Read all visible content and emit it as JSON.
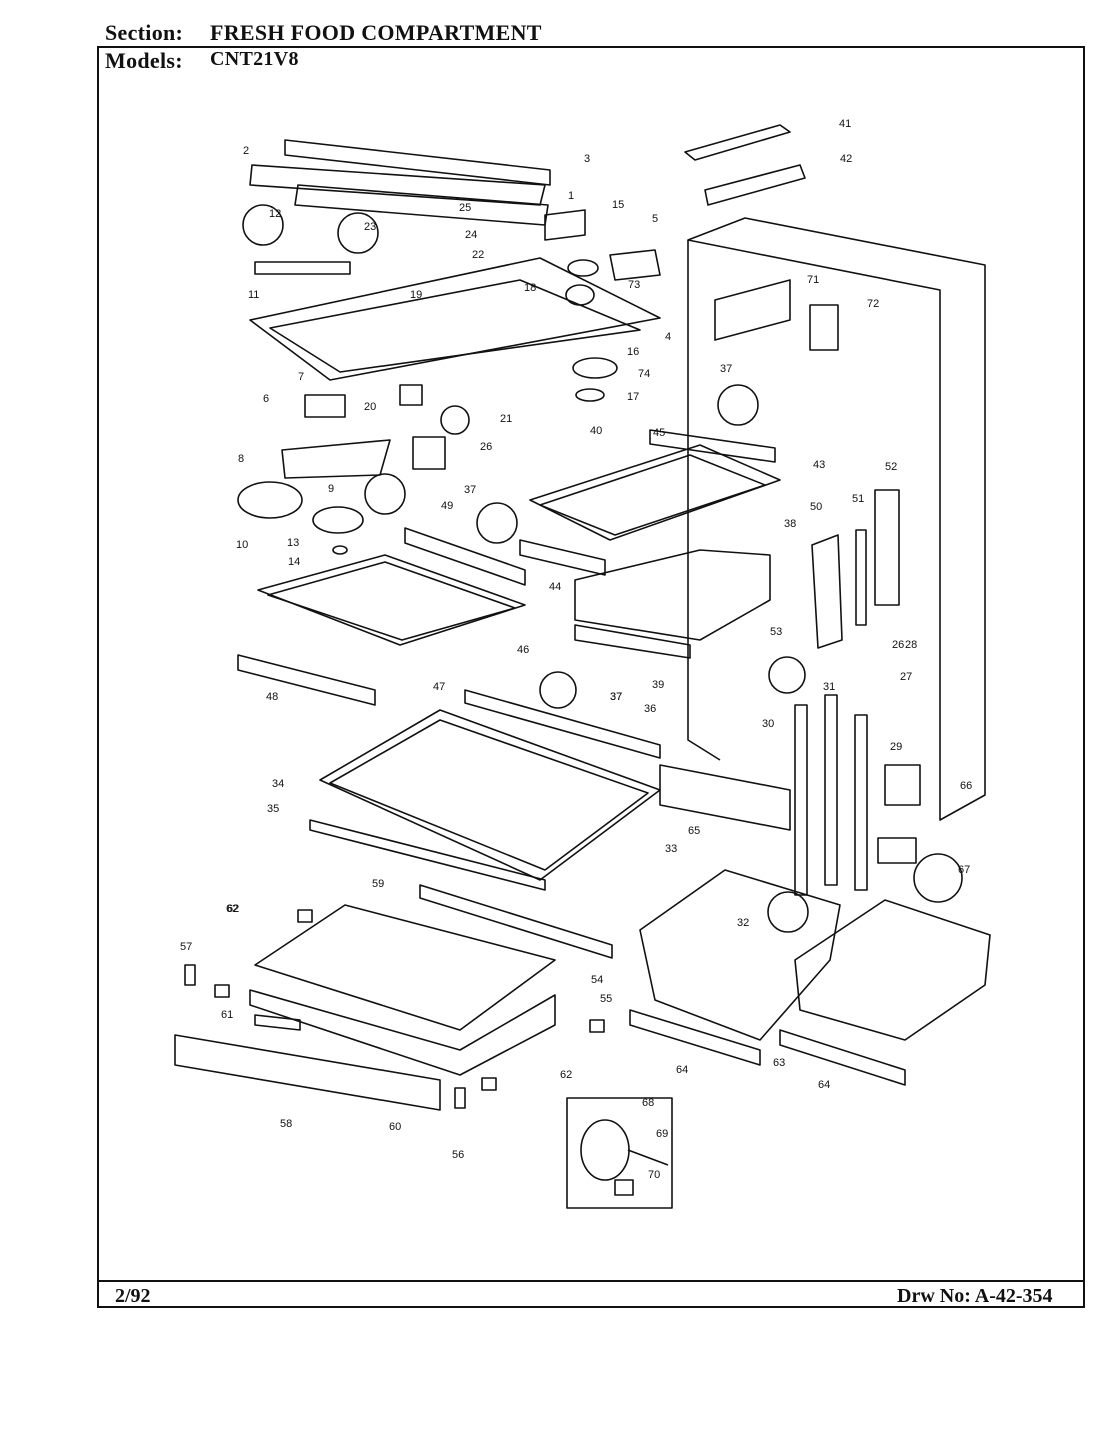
{
  "header": {
    "section_label": "Section:",
    "section_value": "FRESH FOOD COMPARTMENT",
    "models_label": "Models:",
    "models_value": "CNT21V8"
  },
  "footer": {
    "date": "2/92",
    "drawing_number": "Drw No: A-42-354"
  },
  "callouts": [
    "1",
    "2",
    "3",
    "4",
    "5",
    "6",
    "7",
    "8",
    "9",
    "10",
    "11",
    "12",
    "13",
    "14",
    "15",
    "16",
    "17",
    "18",
    "19",
    "20",
    "21",
    "22",
    "23",
    "24",
    "25",
    "26",
    "26",
    "27",
    "28",
    "29",
    "30",
    "31",
    "32",
    "33",
    "34",
    "35",
    "36",
    "37",
    "37",
    "37",
    "37",
    "38",
    "39",
    "40",
    "41",
    "42",
    "43",
    "44",
    "45",
    "46",
    "47",
    "48",
    "49",
    "50",
    "51",
    "52",
    "53",
    "54",
    "55",
    "56",
    "57",
    "58",
    "59",
    "60",
    "61",
    "62",
    "62",
    "62",
    "63",
    "64",
    "64",
    "65",
    "66",
    "67",
    "68",
    "69",
    "70",
    "71",
    "72",
    "73",
    "74"
  ],
  "colors": {
    "ink": "#111111",
    "paper": "#ffffff"
  }
}
